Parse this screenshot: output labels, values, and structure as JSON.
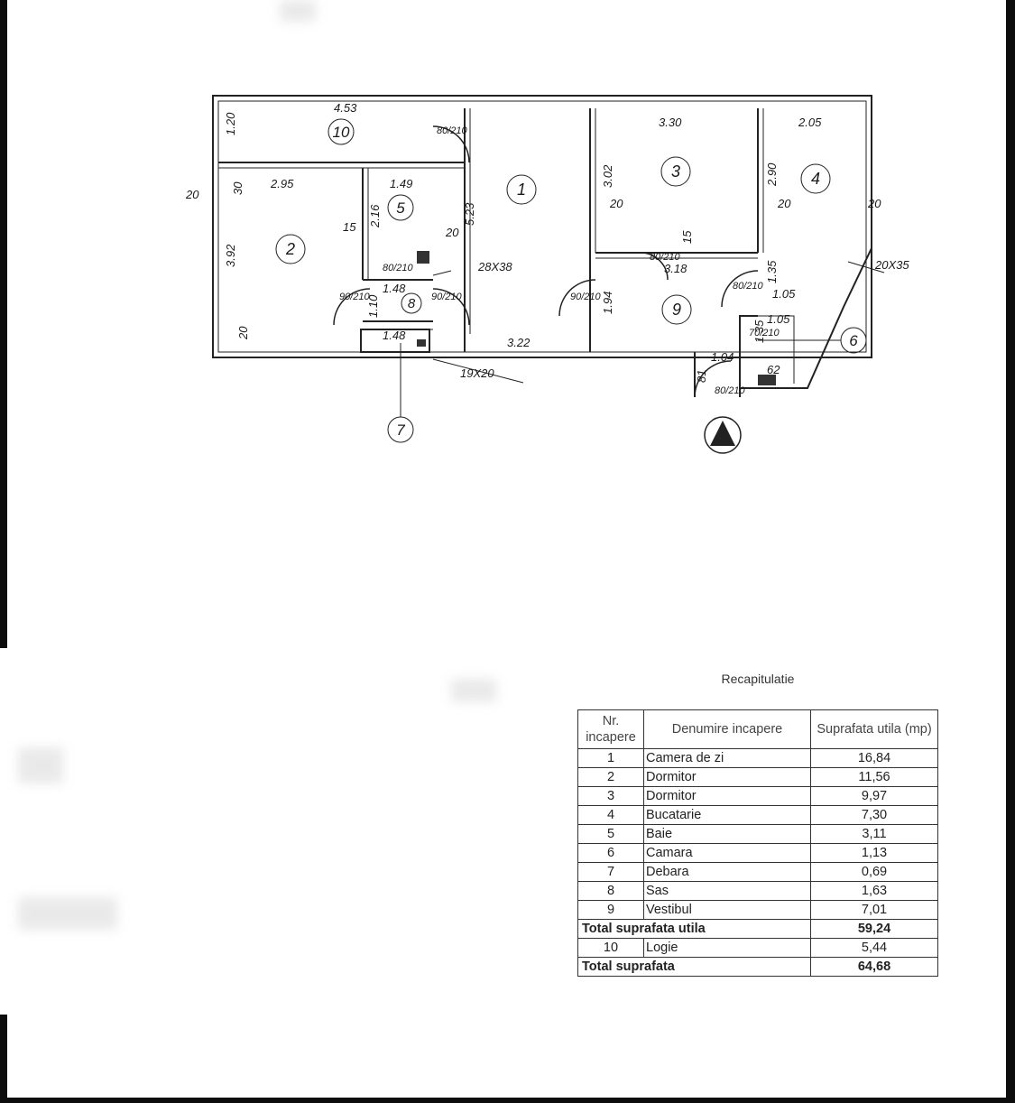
{
  "plan": {
    "rooms": [
      "1",
      "2",
      "3",
      "4",
      "5",
      "6",
      "7",
      "8",
      "9",
      "10"
    ],
    "dimensions": [
      "4.53",
      "3.30",
      "2.05",
      "2.95",
      "1.49",
      "5.23",
      "3.02",
      "2.90",
      "3.92",
      "2.16",
      "1.48",
      "1.10",
      "1.48",
      "3.18",
      "3.22",
      "1.35",
      "1.05",
      "1.05",
      "1.35",
      "1.04",
      "1.94",
      "20",
      "20",
      "20",
      "20",
      "20",
      "30",
      "15",
      "15",
      "20",
      "1.20",
      "28X38",
      "20X35",
      "19X20",
      "62",
      "81"
    ],
    "doors": [
      "80/210",
      "80/210",
      "90/210",
      "90/210",
      "90/210",
      "80/210",
      "70/210",
      "80/210",
      "80/210"
    ]
  },
  "recap": {
    "title": "Recapitulatie",
    "headers": {
      "nr": "Nr. incapere",
      "name": "Denumire incapere",
      "area": "Suprafata utila (mp)"
    },
    "rows": [
      {
        "nr": "1",
        "name": "Camera de zi",
        "area": "16,84"
      },
      {
        "nr": "2",
        "name": "Dormitor",
        "area": "11,56"
      },
      {
        "nr": "3",
        "name": "Dormitor",
        "area": "9,97"
      },
      {
        "nr": "4",
        "name": "Bucatarie",
        "area": "7,30"
      },
      {
        "nr": "5",
        "name": "Baie",
        "area": "3,11"
      },
      {
        "nr": "6",
        "name": "Camara",
        "area": "1,13"
      },
      {
        "nr": "7",
        "name": "Debara",
        "area": "0,69"
      },
      {
        "nr": "8",
        "name": "Sas",
        "area": "1,63"
      },
      {
        "nr": "9",
        "name": "Vestibul",
        "area": "7,01"
      }
    ],
    "total_useful": {
      "label": "Total suprafata utila",
      "area": "59,24"
    },
    "extra_row": {
      "nr": "10",
      "name": "Logie",
      "area": "5,44"
    },
    "total": {
      "label": "Total suprafata",
      "area": "64,68"
    }
  }
}
